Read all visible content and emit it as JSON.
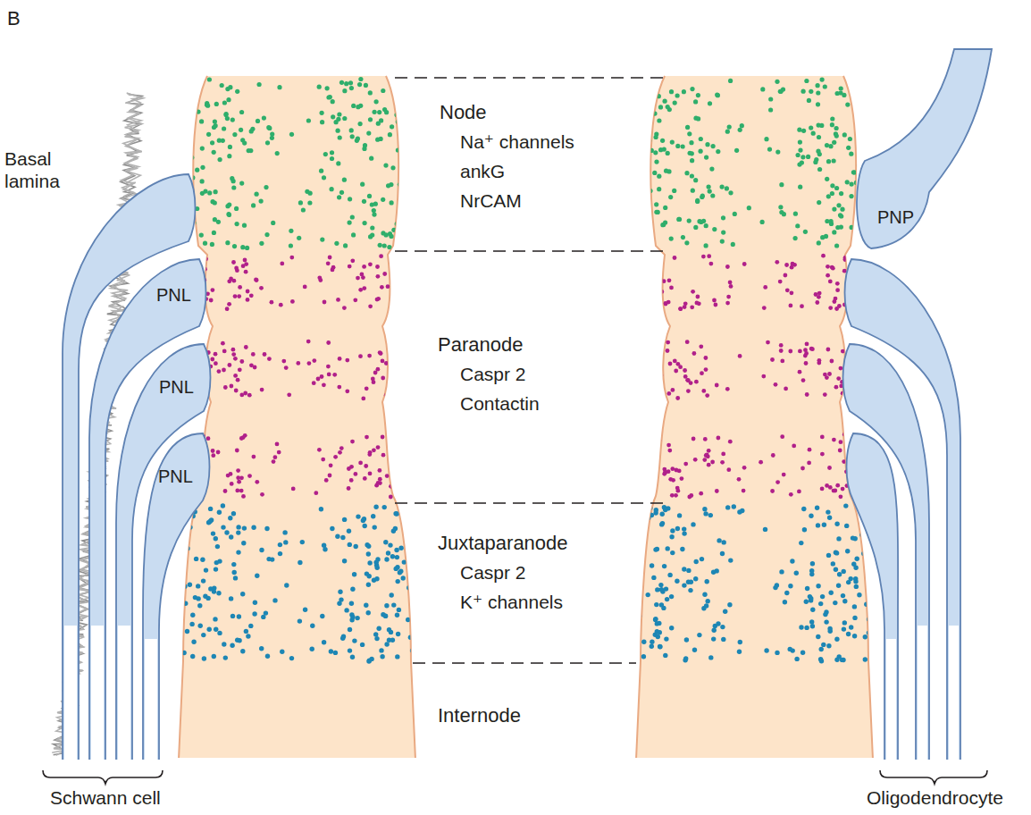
{
  "diagram": {
    "nodes": [
      {
        "text": [
          "PNL"
        ]
      },
      {
        "text": [
          "PNL"
        ]
      },
      {
        "text": [
          "PNL"
        ]
      },
      {
        "text": [
          "PNP"
        ]
      }
    ],
    "labels": [
      "B",
      "Basal lamina",
      "Node",
      "Na⁺ channels",
      "ankG",
      "NrCAM",
      "Paranode",
      "Caspr 2",
      "Contactin",
      "Juxtaparanode",
      "Caspr 2",
      "K⁺ channels",
      "Internode",
      "Schwann cell",
      "Oligodendrocyte"
    ]
  }
}
